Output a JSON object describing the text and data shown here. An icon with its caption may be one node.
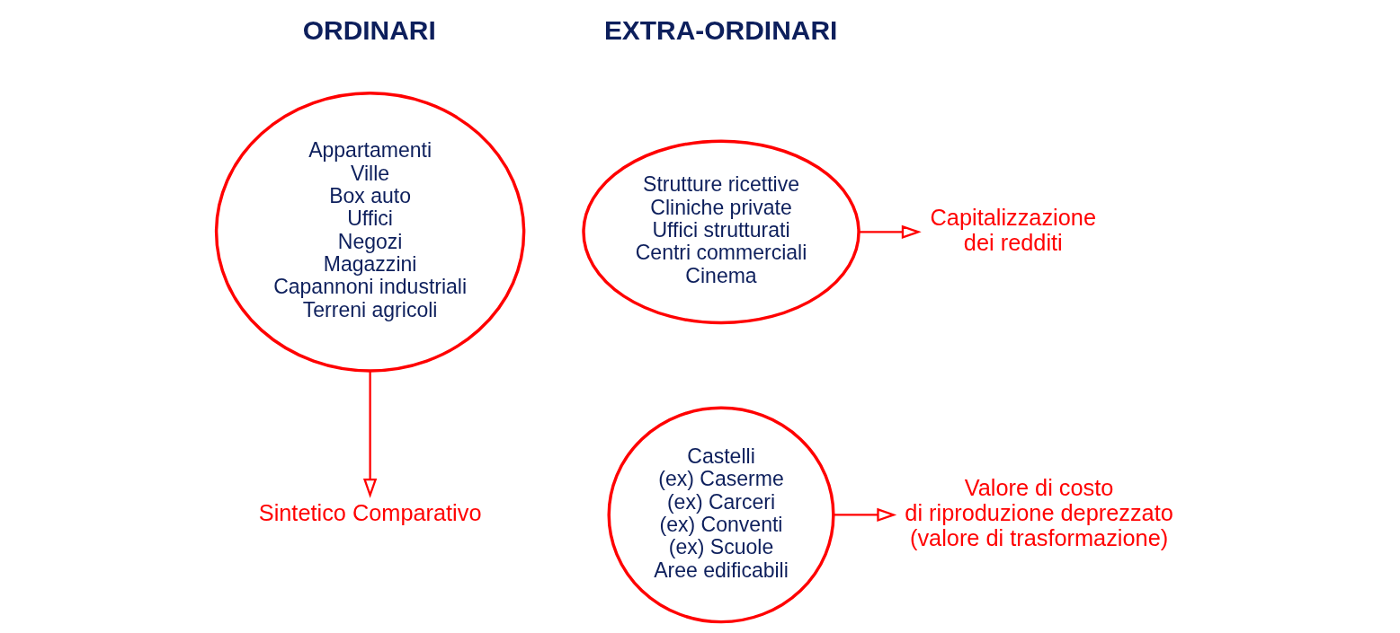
{
  "diagram": {
    "nodes": [
      {
        "text": [
          "Appartamenti",
          "Ville",
          "Box auto",
          "Uffici",
          "Negozi",
          "Magazzini",
          "Capannoni industriali",
          "Terreni agricoli"
        ]
      },
      {
        "text": [
          "Sintetico Comparativo"
        ]
      },
      {
        "text": [
          "Strutture ricettive",
          "Cliniche private",
          "Uffici strutturati",
          "Centri commerciali",
          "Cinema"
        ]
      },
      {
        "text": [
          "Castelli",
          "(ex) Caserme",
          "(ex) Carceri",
          "(ex) Conventi",
          "(ex) Scuole",
          "Aree edificabili"
        ]
      },
      {
        "text": [
          "Capitalizzazione dei redditi"
        ]
      },
      {
        "text": [
          "Valore di costo di riproduzione deprezzato (valore di trasformazione)"
        ]
      }
    ],
    "edges": [
      {
        "from": 0,
        "to": 1,
        "arrow": "to"
      },
      {
        "from": 2,
        "to": 4,
        "arrow": "to"
      },
      {
        "from": 3,
        "to": 5,
        "arrow": "to"
      }
    ],
    "labels": [
      "ORDINARI",
      "EXTRA-ORDINARI"
    ]
  }
}
